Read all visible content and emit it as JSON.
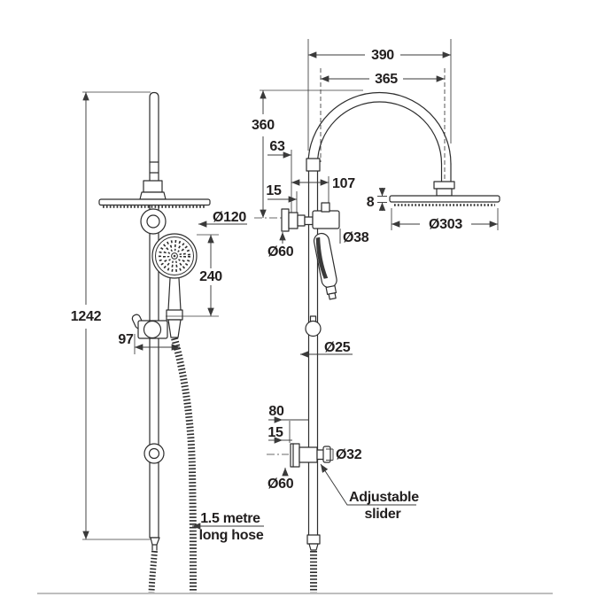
{
  "colors": {
    "line": "#2d2d2d",
    "dimension": "#3a3a3a",
    "text": "#211e1e",
    "ground": "#a8a8a8",
    "background": "#ffffff"
  },
  "front_view": {
    "dim_height": "1242",
    "dim_hook_offset": "97",
    "dim_handshower_length": "240",
    "dia_handshower": "Ø120",
    "hose_note_line1": "1.5 metre",
    "hose_note_line2": "long hose"
  },
  "side_view": {
    "dim_arm_width": "390",
    "dim_arm_inner_width": "365",
    "dim_arm_height": "360",
    "dim_wall_offset": "63",
    "dim_flange_depth_top": "15",
    "dim_wall_to_handshower": "107",
    "dim_head_thickness": "8",
    "dia_head": "Ø303",
    "dia_bracket_arm": "Ø38",
    "dia_flange_top": "Ø60",
    "dia_rail": "Ø25",
    "dim_slider_offset": "80",
    "dim_flange_depth_bottom": "15",
    "dia_slider": "Ø32",
    "dia_flange_bottom": "Ø60",
    "slider_note_line1": "Adjustable",
    "slider_note_line2": "slider"
  }
}
